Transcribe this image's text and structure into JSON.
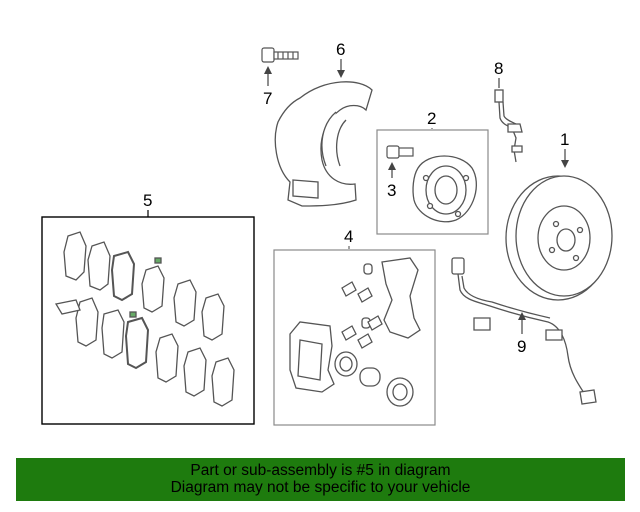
{
  "diagram": {
    "callouts": [
      {
        "id": "1",
        "text": "1"
      },
      {
        "id": "2",
        "text": "2"
      },
      {
        "id": "3",
        "text": "3"
      },
      {
        "id": "4",
        "text": "4"
      },
      {
        "id": "5",
        "text": "5"
      },
      {
        "id": "6",
        "text": "6"
      },
      {
        "id": "7",
        "text": "7"
      },
      {
        "id": "8",
        "text": "8"
      },
      {
        "id": "9",
        "text": "9"
      }
    ]
  },
  "banner": {
    "line1": "Part or sub-assembly is #5 in diagram",
    "line2": "Diagram may not be specific to your vehicle",
    "background": "#1e7b0e"
  },
  "colors": {
    "line": "#555555",
    "box": "#8a8a8a",
    "fill": "#ffffff"
  }
}
